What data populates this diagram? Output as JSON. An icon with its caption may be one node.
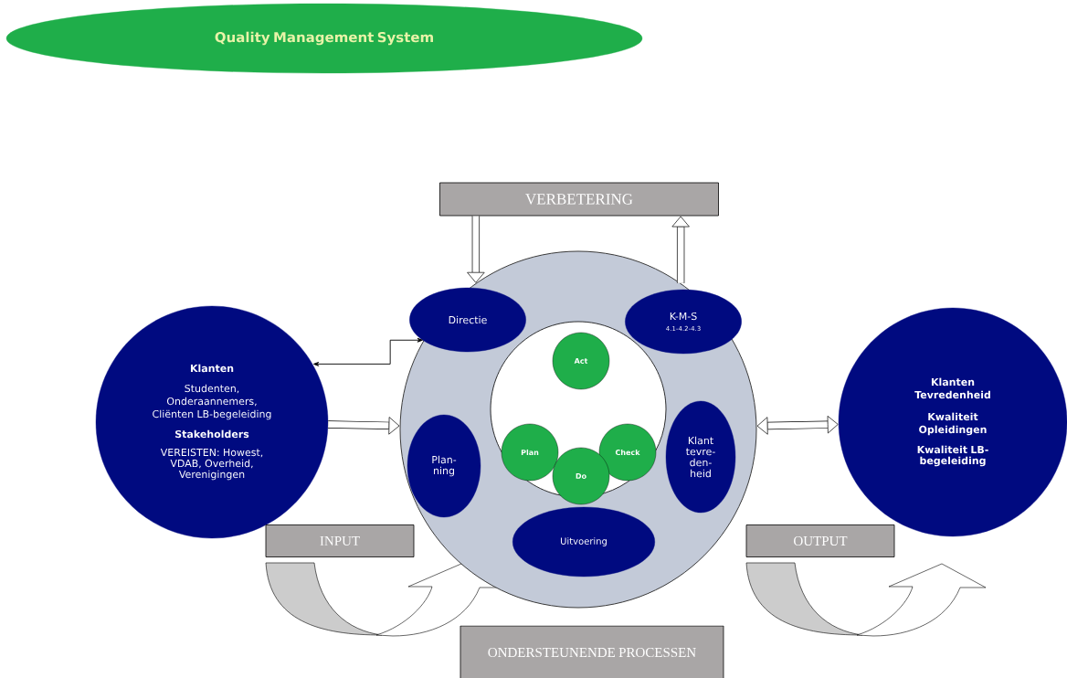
{
  "diagram": {
    "nodes": [
      {
        "text": [
          "Quality Management System"
        ]
      },
      {
        "text": [
          "VERBETERING"
        ]
      },
      {
        "text": [
          "Klanten",
          "Studenten, Onderaannemers, Cliënten LB-begeleiding",
          "Stakeholders",
          "VEREISTEN: Howest, VDAB, Overheid, Verenigingen"
        ]
      },
      {
        "text": [],
        "shape": "circle"
      },
      {
        "text": [
          "Directie"
        ],
        "in": 3
      },
      {
        "text": [
          "K-M-S",
          "4.1-4.2-4.3"
        ],
        "in": 3
      },
      {
        "text": [],
        "shape": "circle",
        "in": 3
      },
      {
        "text": [
          "Act"
        ],
        "in": 6
      },
      {
        "text": [
          "Plan-ning"
        ],
        "in": 3
      },
      {
        "text": [
          "Plan"
        ],
        "in": 6
      },
      {
        "text": [
          "Check"
        ],
        "in": 6
      },
      {
        "text": [
          "Do"
        ],
        "in": 6
      },
      {
        "text": [
          "Klant tevre-den-heid"
        ],
        "in": 3
      },
      {
        "text": [
          "Uitvoering"
        ],
        "in": 3
      },
      {
        "text": [
          "Klanten Tevredenheid",
          "Kwaliteit Opleidingen",
          "Kwaliteit LB-begeleiding"
        ]
      },
      {
        "text": [
          "INPUT"
        ]
      },
      {
        "text": [
          "OUTPUT"
        ]
      },
      {
        "text": [
          "ONDERSTEUNENDE PROCESSEN"
        ]
      }
    ],
    "edges": [
      {
        "from": 1,
        "to": 3,
        "arrow": "to"
      },
      {
        "from": 3,
        "to": 1,
        "arrow": "to"
      },
      {
        "from": 2,
        "to": 3,
        "arrow": "both"
      },
      {
        "from": 2,
        "to": 3,
        "arrow": "to"
      },
      {
        "from": 3,
        "to": 14,
        "arrow": "both"
      }
    ]
  }
}
